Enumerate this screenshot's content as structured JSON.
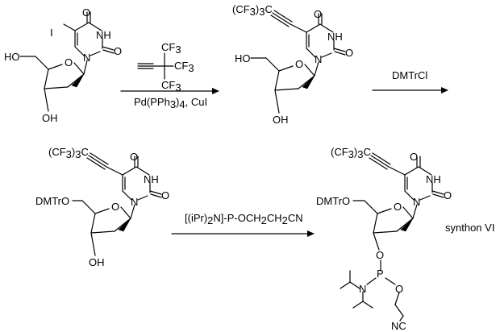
{
  "compounds": {
    "c1": {
      "ho5": "HO",
      "oh3": "OH",
      "o_ring": "O",
      "n1": "N",
      "nh": "NH",
      "o4": "O",
      "o2": "O",
      "iodo": "I"
    },
    "c2": {
      "substituent_pre": "(CF",
      "substituent_sub": "3",
      "substituent_mid": ")",
      "substituent_sub2": "3",
      "substituent_post": "C",
      "ho5": "HO",
      "oh3": "OH",
      "o_ring": "O",
      "n1": "N",
      "nh": "NH",
      "o4": "O",
      "o2": "O"
    },
    "c3": {
      "substituent_pre": "(CF",
      "substituent_sub": "3",
      "substituent_mid": ")",
      "substituent_sub2": "3",
      "substituent_post": "C",
      "dmtro": "DMTrO",
      "oh3": "OH",
      "o_ring": "O",
      "n1": "N",
      "nh": "NH",
      "o4": "O",
      "o2": "O"
    },
    "c4": {
      "substituent_pre": "(CF",
      "substituent_sub": "3",
      "substituent_mid": ")",
      "substituent_sub2": "3",
      "substituent_post": "C",
      "dmtro": "DMTrO",
      "o_ring": "O",
      "n1": "N",
      "nh": "NH",
      "o4": "O",
      "o2": "O",
      "o3": "O",
      "p": "P",
      "n_amine": "N",
      "o_cyano": "O",
      "nc": "NC",
      "label_pre": "synthon ",
      "label_bold": "VI"
    }
  },
  "reagents": {
    "alkyne_cf3_top": "CF",
    "alkyne_cf3_top_sub": "3",
    "alkyne_cf3_mid": "CF",
    "alkyne_cf3_mid_sub": "3",
    "alkyne_cf3_bot": "CF",
    "alkyne_cf3_bot_sub": "3",
    "step1_pre": "Pd(PPh",
    "step1_sub": "3",
    "step1_post": ")",
    "step1_sub2": "4",
    "step1_tail": ", CuI",
    "step2": "DMTrCl",
    "step3_pre": "[(iPr)",
    "step3_sub": "2",
    "step3_post": "N]-P-OCH",
    "step3_sub2": "2",
    "step3_mid": "CH",
    "step3_sub3": "2",
    "step3_tail": "CN"
  }
}
